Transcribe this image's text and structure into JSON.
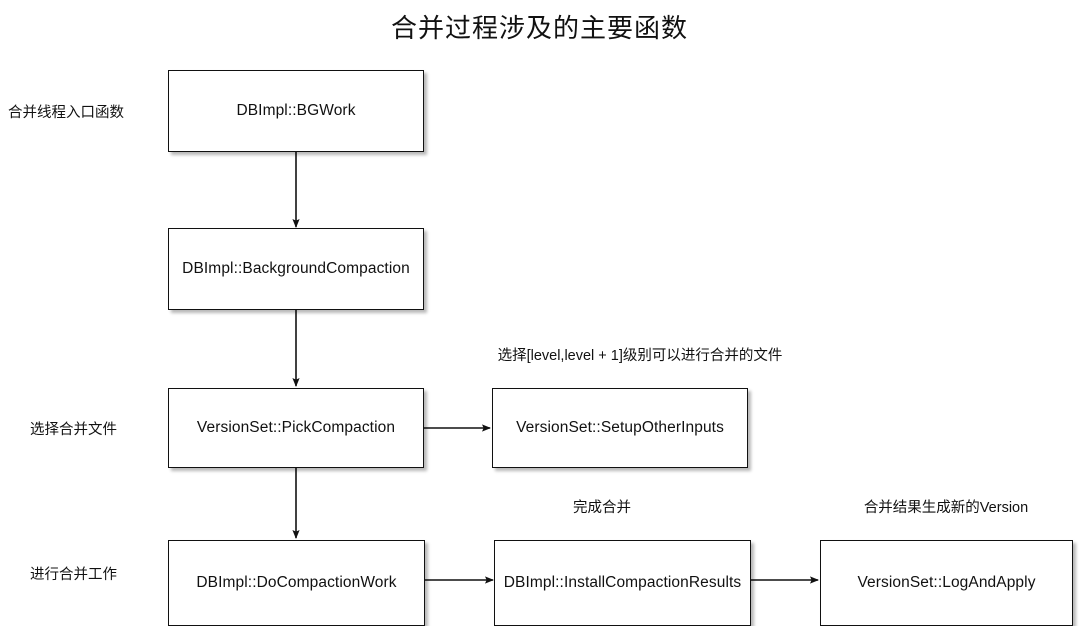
{
  "title": "合并过程涉及的主要函数",
  "diagram": {
    "type": "flowchart",
    "row_labels": [
      {
        "id": "row-1",
        "text": "合并线程入口函数"
      },
      {
        "id": "row-3",
        "text": "选择合并文件"
      },
      {
        "id": "row-4",
        "text": "进行合并工作"
      }
    ],
    "nodes": [
      {
        "id": "bgwork",
        "label": "DBImpl::BGWork"
      },
      {
        "id": "background-compaction",
        "label": "DBImpl::BackgroundCompaction"
      },
      {
        "id": "pick-compaction",
        "label": "VersionSet::PickCompaction"
      },
      {
        "id": "setup-other-inputs",
        "label": "VersionSet::SetupOtherInputs"
      },
      {
        "id": "do-compaction-work",
        "label": "DBImpl::DoCompactionWork"
      },
      {
        "id": "install-compaction-results",
        "label": "DBImpl::InstallCompactionResults"
      },
      {
        "id": "log-and-apply",
        "label": "VersionSet::LogAndApply"
      }
    ],
    "edge_notes": [
      {
        "id": "note-setup-other-inputs",
        "text": "选择[level,level + 1]级别可以进行合并的文件"
      },
      {
        "id": "note-install-compaction-results",
        "text": "完成合并"
      },
      {
        "id": "note-log-and-apply",
        "text": "合并结果生成新的Version"
      }
    ],
    "edges": [
      {
        "from": "bgwork",
        "to": "background-compaction",
        "direction": "down"
      },
      {
        "from": "background-compaction",
        "to": "pick-compaction",
        "direction": "down"
      },
      {
        "from": "pick-compaction",
        "to": "setup-other-inputs",
        "direction": "right"
      },
      {
        "from": "pick-compaction",
        "to": "do-compaction-work",
        "direction": "down"
      },
      {
        "from": "do-compaction-work",
        "to": "install-compaction-results",
        "direction": "right"
      },
      {
        "from": "install-compaction-results",
        "to": "log-and-apply",
        "direction": "right"
      }
    ],
    "colors": {
      "background": "#ffffff",
      "node_fill": "#ffffff",
      "node_border": "#111111",
      "text": "#111111",
      "edge": "#111111"
    }
  }
}
